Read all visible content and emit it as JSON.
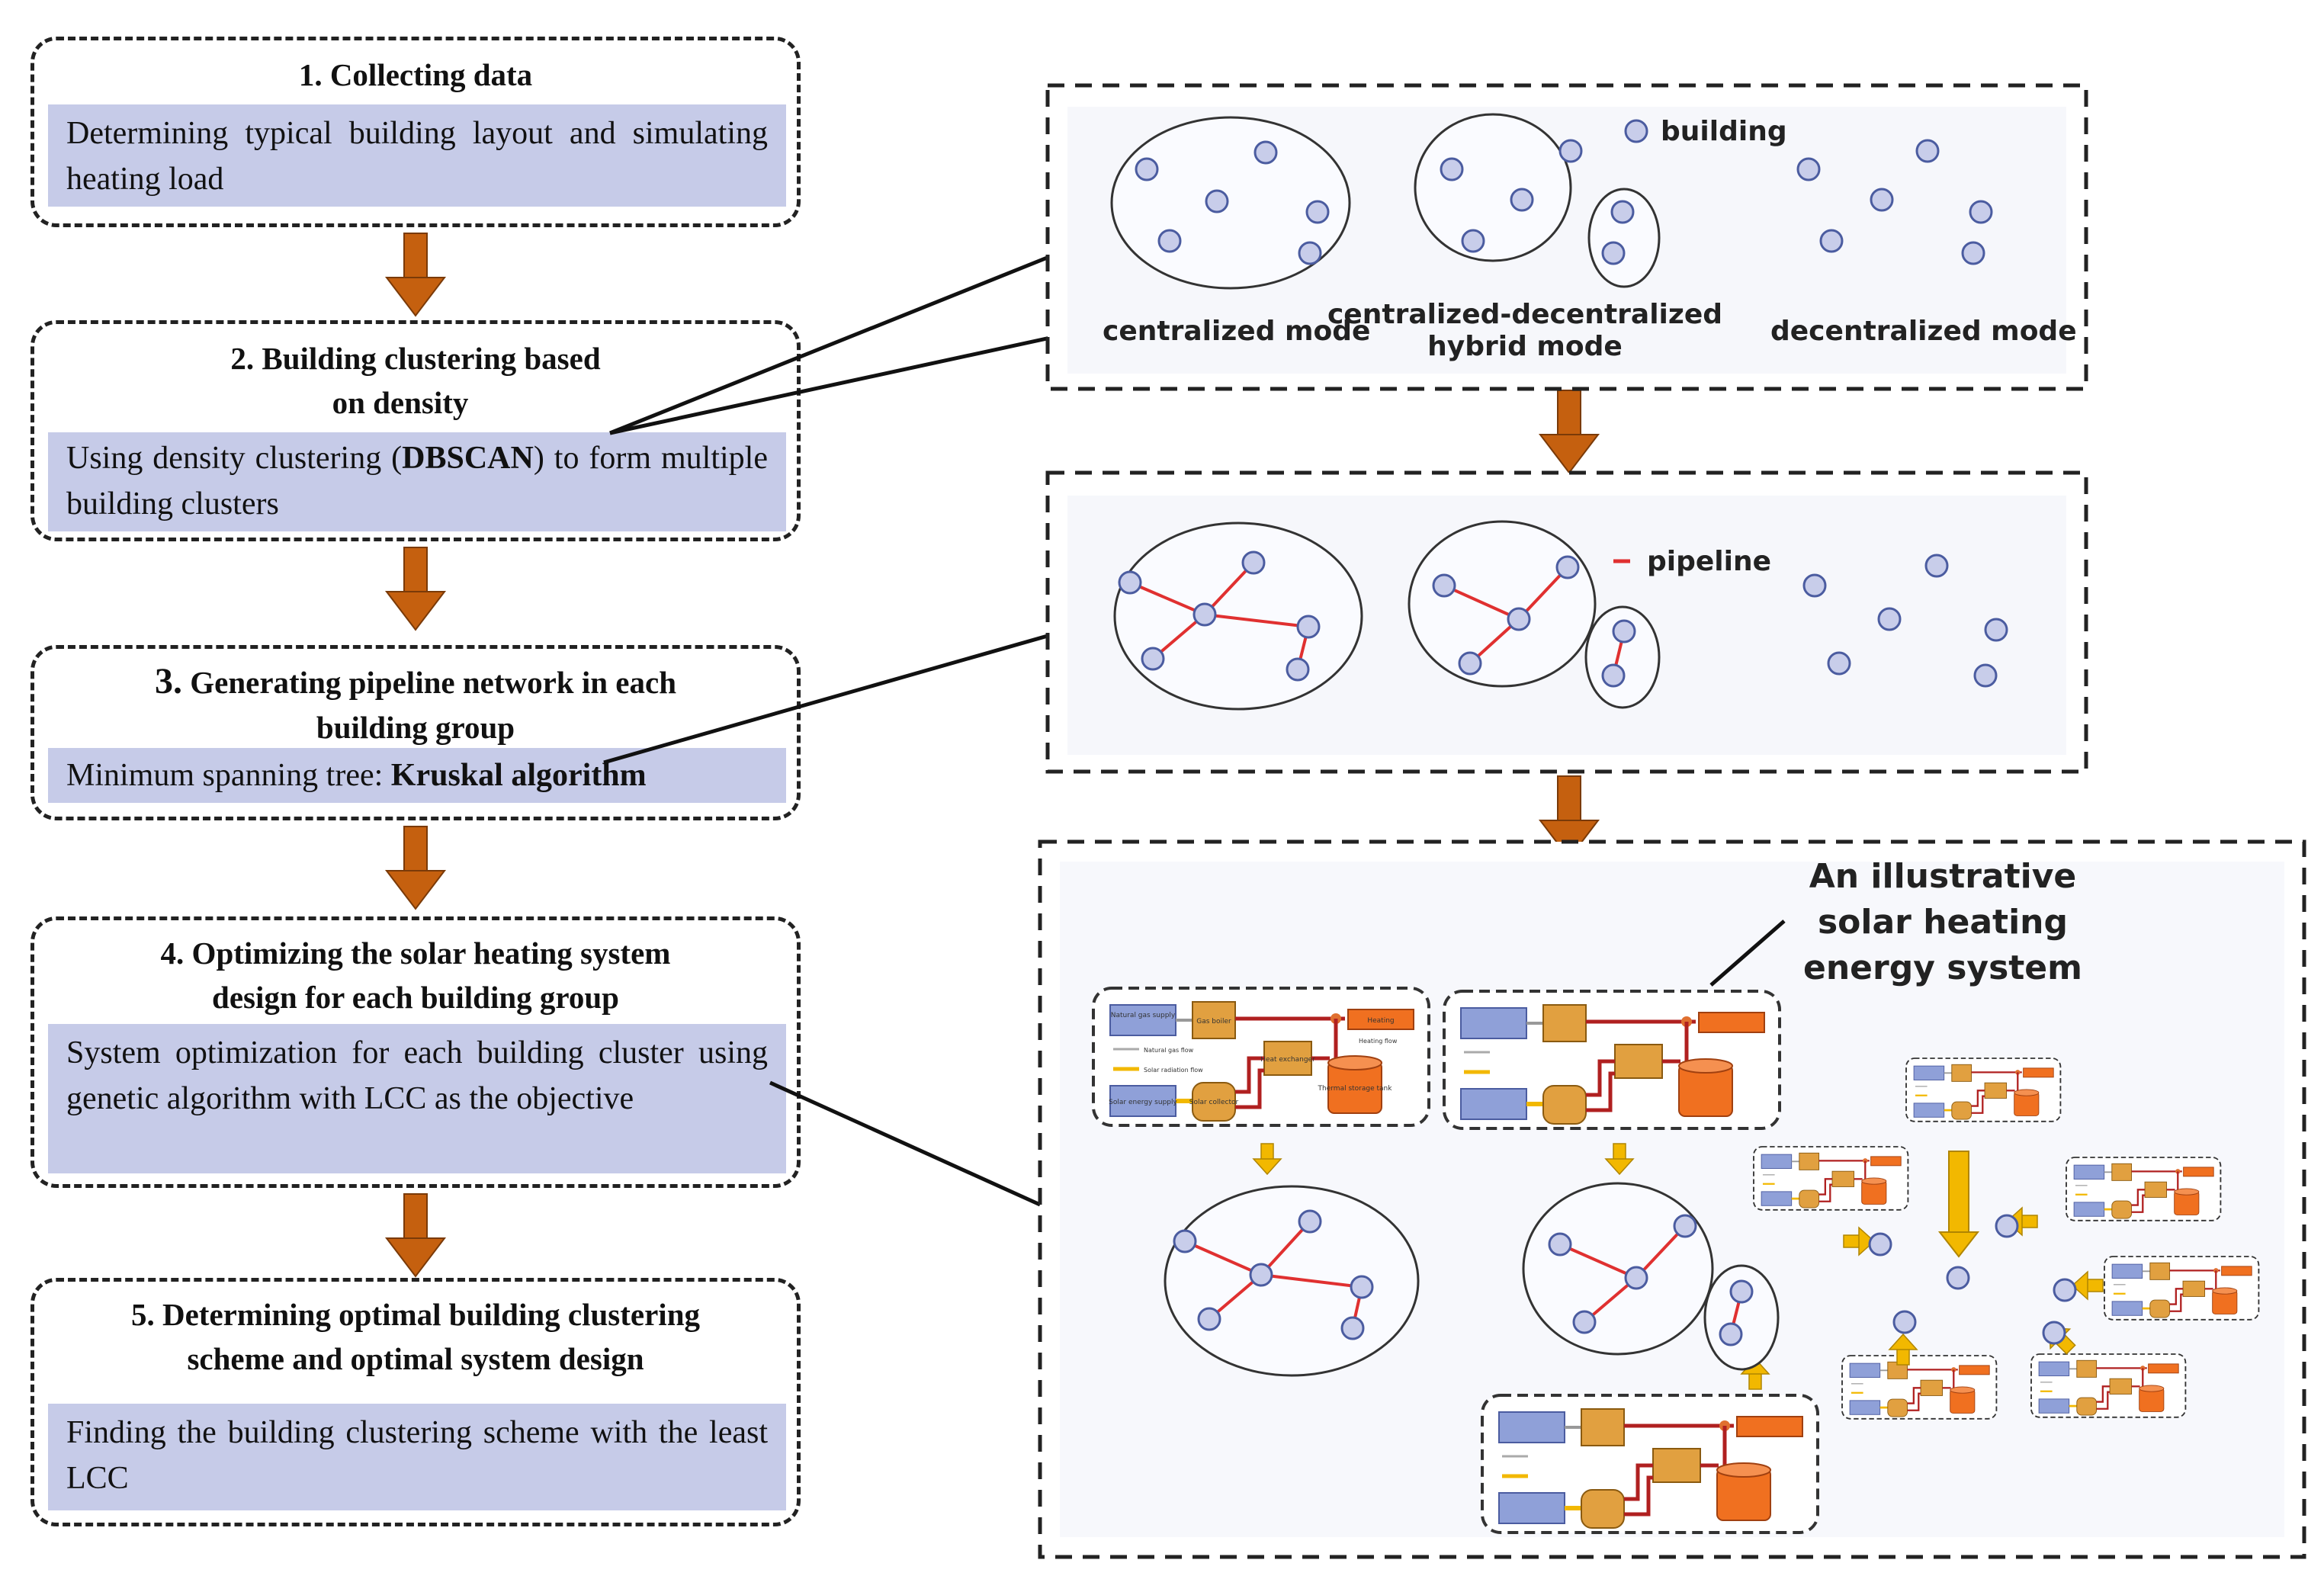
{
  "steps": [
    {
      "title": "1.   Collecting data",
      "body": "Determining typical building layout and simulating heating load"
    },
    {
      "title_line1": "2. Building clustering based",
      "title_line2": "on density",
      "body_pre": "Using density clustering (",
      "body_bold": "DBSCAN",
      "body_post": ") to form multiple building clusters"
    },
    {
      "title_line1_num": "3.",
      "title_line1": " Generating pipeline network in each",
      "title_line2": "building group",
      "body_pre": "Minimum spanning tree: ",
      "body_bold": "Kruskal algorithm"
    },
    {
      "title_line1": "4. Optimizing the solar heating system",
      "title_line2": "design for each building group",
      "body": "System optimization for each building cluster using genetic algorithm with LCC as the objective"
    },
    {
      "title_line1": "5. Determining optimal building clustering",
      "title_line2": "scheme and optimal system design",
      "body": "Finding the building clustering scheme with the least LCC"
    }
  ],
  "panel1": {
    "legend": "building",
    "centralized": "centralized mode",
    "hybrid_line1": "centralized-decentralized",
    "hybrid_line2": "hybrid mode",
    "decentralized": "decentralized  mode"
  },
  "panel2": {
    "legend": "pipeline"
  },
  "panel3": {
    "title_line1": "An illustrative",
    "title_line2": "solar heating",
    "title_line3": "energy system"
  },
  "system_diagram": {
    "natural_gas_supply": "Natural gas supply",
    "gas_boiler": "Gas boiler",
    "heating": "Heating",
    "heating_flow": "Heating flow",
    "natural_gas_flow": "Natural gas flow",
    "heat_exchanger": "Heat exchanger",
    "solar_radiation_flow": "Solar radiation flow",
    "thermal_storage_tank": "Thermal storage tank",
    "solar_energy_supply": "Solar energy supply",
    "solar_collector": "Solar collector"
  },
  "colors": {
    "step_body_fill": "#c6cbe8",
    "arrow_fill": "#c5600f",
    "node_fill": "#c8cdea",
    "pipeline": "#e03030",
    "yellow_arrow": "#f2b800",
    "supply_box": "#8fa0d8",
    "boiler": "#e1a040",
    "heating_box": "#f07020"
  }
}
